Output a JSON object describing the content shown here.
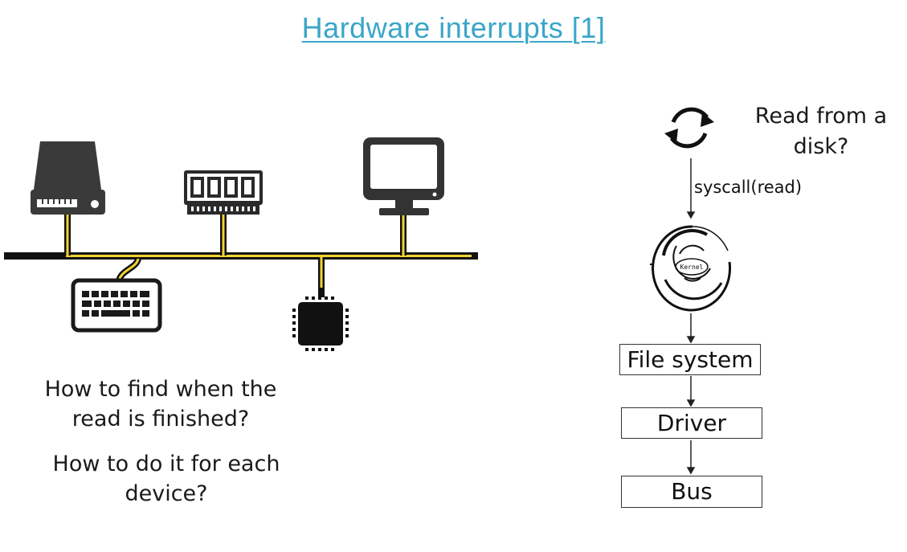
{
  "title": "Hardware interrupts [1]",
  "left": {
    "question1": "How to find when the read is finished?",
    "question2": "How to do it for each device?",
    "devices": [
      "hard-drive-icon",
      "ram-icon",
      "monitor-icon",
      "keyboard-icon",
      "cpu-chip-icon"
    ]
  },
  "right": {
    "read_question": "Read from a disk?",
    "syscall_label": "syscall(read)",
    "kernel_label": "Kernel",
    "layers": [
      "File system",
      "Driver",
      "Bus"
    ]
  },
  "colors": {
    "title": "#3aa6c8",
    "bus_wire": "#f2d433",
    "bus_outline": "#111111",
    "icon": "#222222"
  }
}
